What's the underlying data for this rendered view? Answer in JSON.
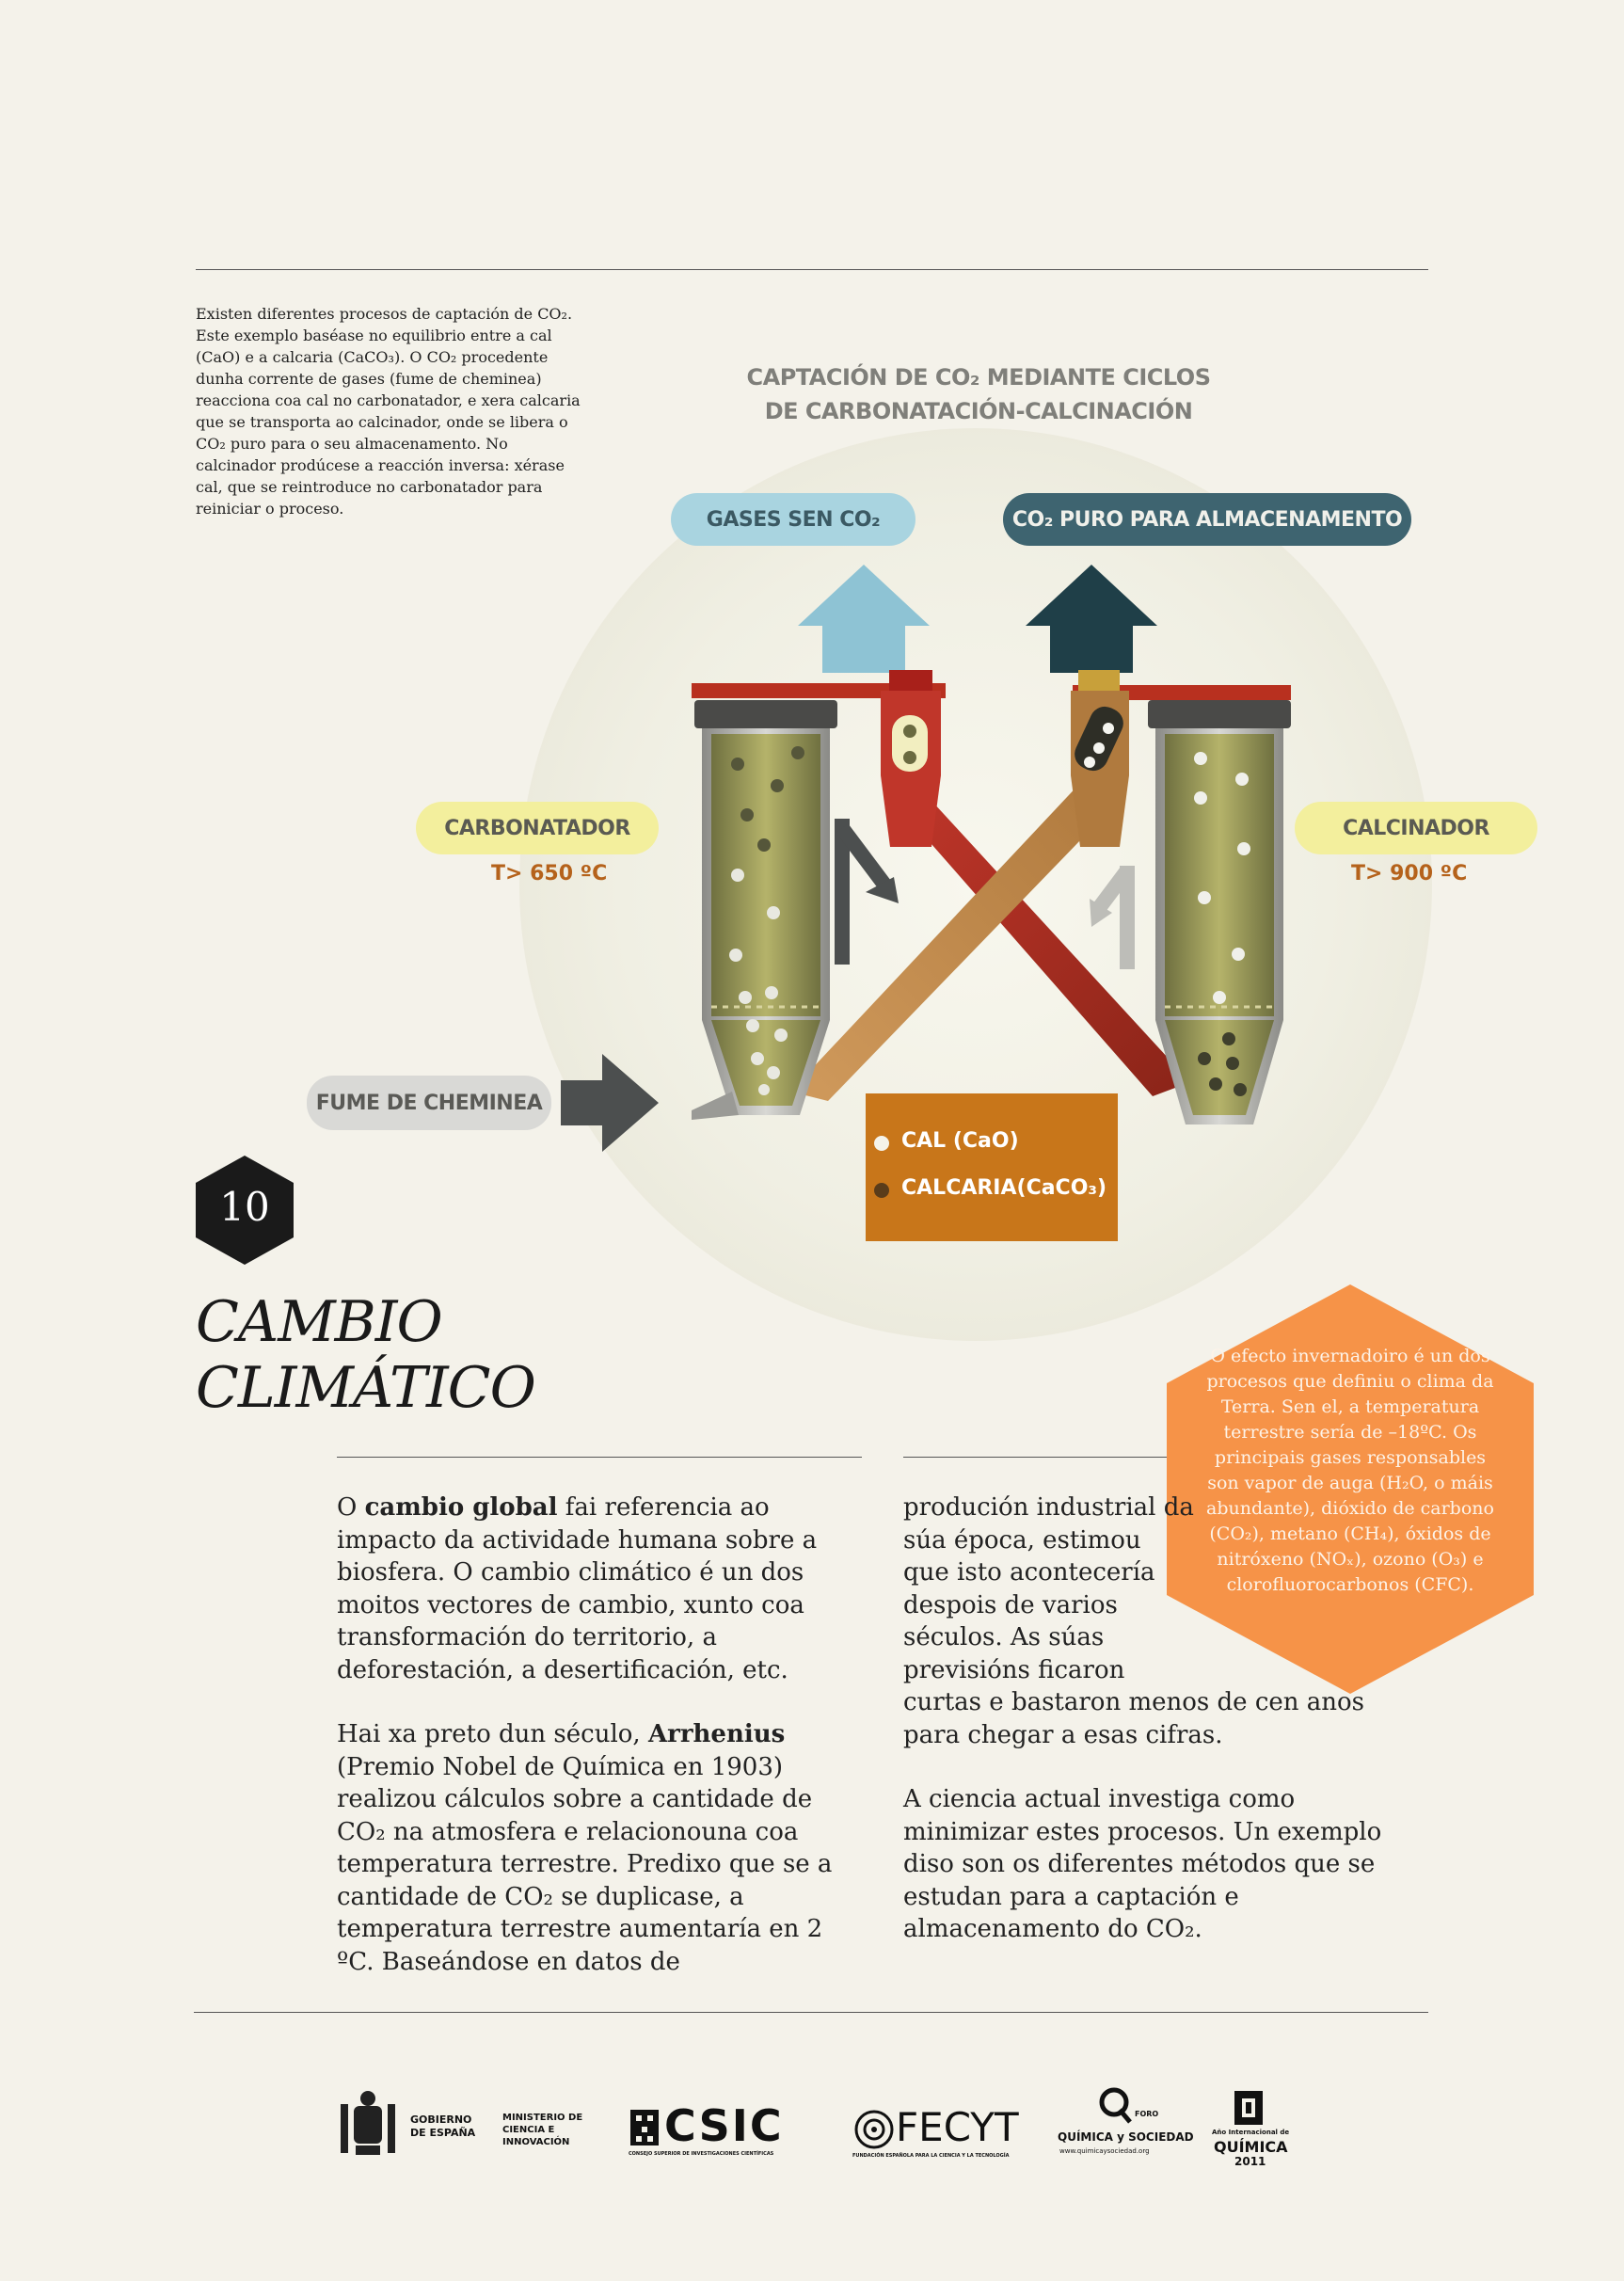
{
  "intro_text": "Existen diferentes procesos de captación de CO₂. Este exemplo baséase no equilibrio entre a cal (CaO) e a calcaria (CaCO₃). O CO₂ procedente dunha corrente de gases (fume de cheminea) reacciona coa cal no carbonatador, e xera calcaria que se transporta ao calcinador, onde se libera o CO₂ puro para o seu almacenamento. No calcinador prodúcese a reacción inversa: xérase cal, que se reintroduce no carbonatador para reiniciar o proceso.",
  "diagram": {
    "title_line1": "CAPTACIÓN DE CO₂ MEDIANTE CICLOS",
    "title_line2": "DE CARBONATACIÓN-CALCINACIÓN",
    "gases_label": "GASES SEN CO₂",
    "co2_label": "CO₂ PURO PARA ALMACENAMENTO",
    "carbonatador_label": "CARBONATADOR",
    "carbonatador_temp": "T> 650 ºC",
    "calcinador_label": "CALCINADOR",
    "calcinador_temp": "T> 900 ºC",
    "fume_label": "FUME DE CHEMINEA",
    "legend_cal": "CAL (CaO)",
    "legend_calcaria": "CALCARIA(CaCO₃)",
    "colors": {
      "accent_orange": "#c8761a",
      "gases_blue": "#a9d4e0",
      "co2_dark": "#3e6470",
      "yellow_pill": "#f3ef9d",
      "circle": "#e8e6d6"
    }
  },
  "chapter_number": "10",
  "title_line1": "CAMBIO",
  "title_line2": "CLIMÁTICO",
  "sidebar_hex": "O efecto invernadoiro é un dos procesos que definiu o clima da Terra. Sen el, a temperatura terrestre sería de –18ºC. Os principais gases responsables son vapor de auga (H₂O, o máis abundante), dióxido de carbono (CO₂), metano (CH₄), óxidos de nitróxeno (NOₓ), ozono (O₃) e clorofluorocarbonos (CFC).",
  "col1": {
    "p1_pre": "O ",
    "p1_bold": "cambio global",
    "p1_post": " fai referencia ao impacto da actividade humana sobre a biosfera. O cambio climático é un dos moitos vectores de cambio, xunto coa transformación do territorio, a deforestación, a desertificación, etc.",
    "p2_pre": "Hai xa preto dun século, ",
    "p2_bold": "Arrhenius",
    "p2_post": " (Premio Nobel de Química en 1903) realizou cálculos sobre a cantidade de CO₂ na atmosfera e relacionouna coa temperatura terrestre. Predixo que se a cantidade de CO₂ se duplicase, a temperatura terrestre aumentaría en 2 ºC. Baseándose en datos de"
  },
  "col2": {
    "p1": "produción industrial da súa época, estimou que isto acontecería despois de varios séculos. As súas previsións ficaron curtas e bastaron menos de cen anos para chegar a esas cifras.",
    "p2": "A ciencia actual investiga como minimizar estes procesos. Un exemplo diso son os diferentes métodos que se estudan para a captación e almacenamento do CO₂."
  },
  "logos": {
    "gobierno": "GOBIERNO DE ESPAÑA",
    "ministerio": "MINISTERIO DE CIENCIA E INNOVACIÓN",
    "csic": "CSIC",
    "csic_sub": "CONSEJO SUPERIOR DE INVESTIGACIONES CIENTÍFICAS",
    "fecyt": "FECYT",
    "fecyt_sub": "FUNDACIÓN ESPAÑOLA PARA LA CIENCIA Y LA TECNOLOGÍA",
    "foro_top": "FORO",
    "foro": "QUÍMICA y SOCIEDAD",
    "foro_sub": "www.quimicaysociedad.org",
    "anio": "Año Internacional de",
    "anio_q": "QUÍMICA",
    "anio_year": "2011"
  }
}
